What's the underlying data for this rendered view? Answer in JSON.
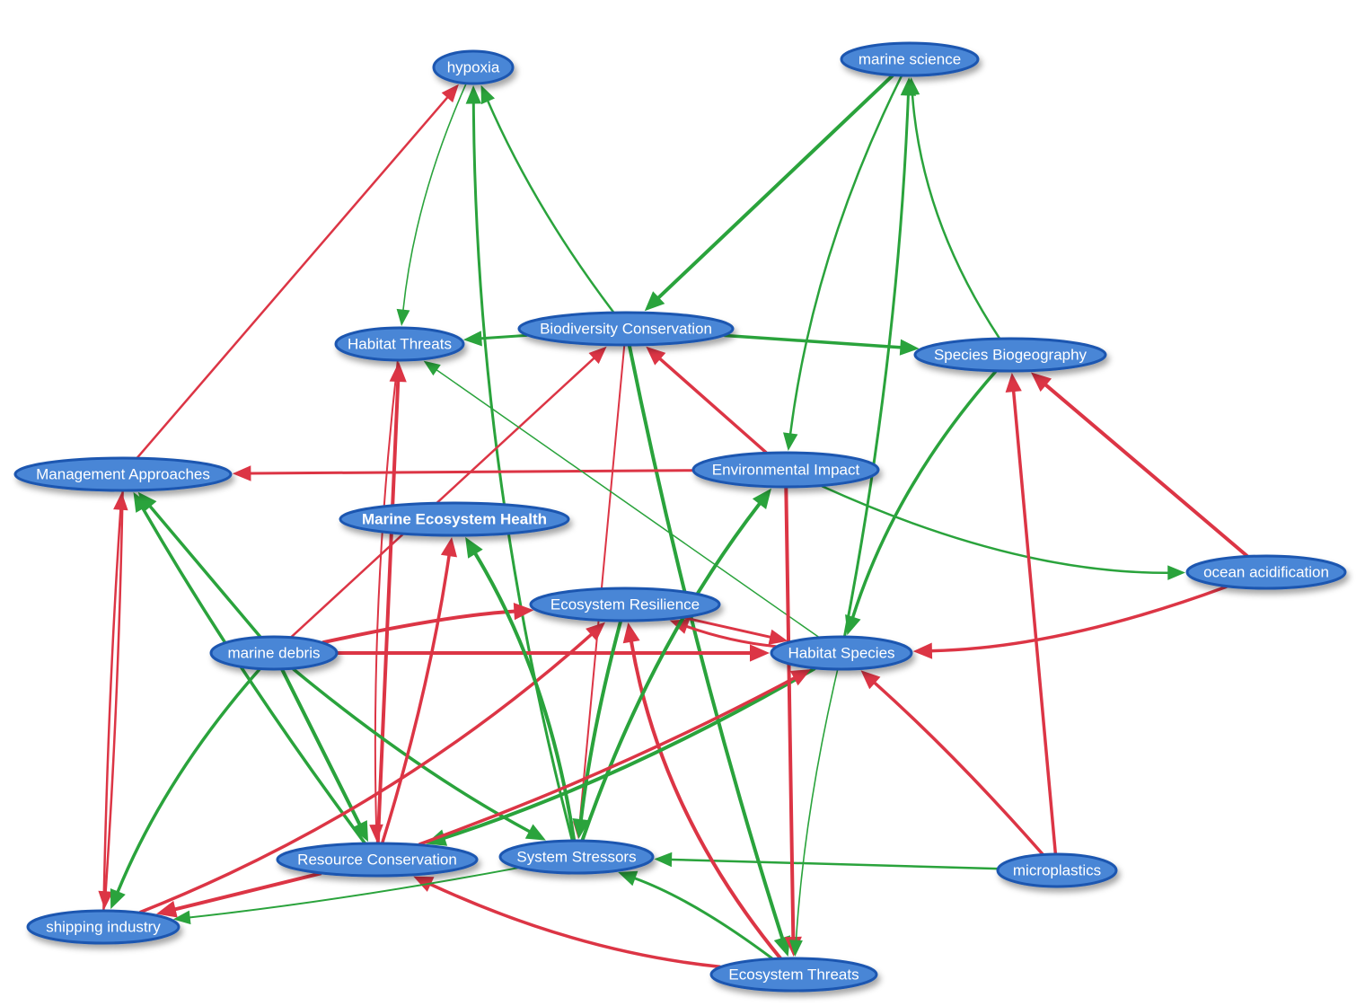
{
  "colors": {
    "positive": "#2aa33c",
    "negative": "#dc3545",
    "node_fill": "#4a86d6",
    "node_stroke": "#1a56b0",
    "label": "#ffffff",
    "background": "#ffffff"
  },
  "nodes": [
    {
      "id": "hypoxia",
      "label": "hypoxia"
    },
    {
      "id": "marine_science",
      "label": "marine science"
    },
    {
      "id": "habitat_threats",
      "label": "Habitat Threats"
    },
    {
      "id": "biodiversity_conservation",
      "label": "Biodiversity Conservation"
    },
    {
      "id": "species_biogeography",
      "label": "Species Biogeography"
    },
    {
      "id": "management_approaches",
      "label": "Management Approaches"
    },
    {
      "id": "environmental_impact",
      "label": "Environmental Impact"
    },
    {
      "id": "marine_ecosystem_health",
      "label": "Marine Ecosystem Health",
      "bold": true
    },
    {
      "id": "ocean_acidification",
      "label": "ocean acidification"
    },
    {
      "id": "ecosystem_resilience",
      "label": "Ecosystem Resilience"
    },
    {
      "id": "marine_debris",
      "label": "marine debris"
    },
    {
      "id": "habitat_species",
      "label": "Habitat Species"
    },
    {
      "id": "resource_conservation",
      "label": "Resource Conservation"
    },
    {
      "id": "system_stressors",
      "label": "System Stressors"
    },
    {
      "id": "microplastics",
      "label": "microplastics"
    },
    {
      "id": "shipping_industry",
      "label": "shipping industry"
    },
    {
      "id": "ecosystem_threats",
      "label": "Ecosystem Threats"
    }
  ],
  "edges": [
    {
      "from": "marine_science",
      "to": "biodiversity_conservation",
      "sign": "positive"
    },
    {
      "from": "marine_science",
      "to": "environmental_impact",
      "sign": "positive"
    },
    {
      "from": "habitat_species",
      "to": "marine_science",
      "sign": "positive"
    },
    {
      "from": "species_biogeography",
      "to": "marine_science",
      "sign": "positive"
    },
    {
      "from": "hypoxia",
      "to": "habitat_threats",
      "sign": "positive"
    },
    {
      "from": "biodiversity_conservation",
      "to": "hypoxia",
      "sign": "positive"
    },
    {
      "from": "system_stressors",
      "to": "hypoxia",
      "sign": "positive"
    },
    {
      "from": "management_approaches",
      "to": "hypoxia",
      "sign": "negative"
    },
    {
      "from": "biodiversity_conservation",
      "to": "habitat_threats",
      "sign": "positive"
    },
    {
      "from": "biodiversity_conservation",
      "to": "species_biogeography",
      "sign": "positive"
    },
    {
      "from": "biodiversity_conservation",
      "to": "ecosystem_threats",
      "sign": "positive"
    },
    {
      "from": "biodiversity_conservation",
      "to": "system_stressors",
      "sign": "negative"
    },
    {
      "from": "environmental_impact",
      "to": "biodiversity_conservation",
      "sign": "negative"
    },
    {
      "from": "marine_debris",
      "to": "biodiversity_conservation",
      "sign": "negative"
    },
    {
      "from": "environmental_impact",
      "to": "management_approaches",
      "sign": "negative"
    },
    {
      "from": "environmental_impact",
      "to": "ocean_acidification",
      "sign": "positive"
    },
    {
      "from": "species_biogeography",
      "to": "habitat_species",
      "sign": "positive"
    },
    {
      "from": "ocean_acidification",
      "to": "species_biogeography",
      "sign": "negative"
    },
    {
      "from": "ocean_acidification",
      "to": "habitat_species",
      "sign": "negative"
    },
    {
      "from": "microplastics",
      "to": "species_biogeography",
      "sign": "negative"
    },
    {
      "from": "microplastics",
      "to": "habitat_species",
      "sign": "negative"
    },
    {
      "from": "microplastics",
      "to": "system_stressors",
      "sign": "positive"
    },
    {
      "from": "habitat_species",
      "to": "habitat_threats",
      "sign": "positive"
    },
    {
      "from": "resource_conservation",
      "to": "habitat_threats",
      "sign": "negative"
    },
    {
      "from": "habitat_threats",
      "to": "resource_conservation",
      "sign": "negative"
    },
    {
      "from": "marine_debris",
      "to": "management_approaches",
      "sign": "positive"
    },
    {
      "from": "resource_conservation",
      "to": "management_approaches",
      "sign": "positive"
    },
    {
      "from": "management_approaches",
      "to": "shipping_industry",
      "sign": "negative"
    },
    {
      "from": "shipping_industry",
      "to": "management_approaches",
      "sign": "negative"
    },
    {
      "from": "marine_debris",
      "to": "ecosystem_resilience",
      "sign": "negative"
    },
    {
      "from": "marine_debris",
      "to": "habitat_species",
      "sign": "negative"
    },
    {
      "from": "marine_debris",
      "to": "shipping_industry",
      "sign": "positive"
    },
    {
      "from": "marine_debris",
      "to": "resource_conservation",
      "sign": "positive"
    },
    {
      "from": "marine_debris",
      "to": "system_stressors",
      "sign": "positive"
    },
    {
      "from": "ecosystem_resilience",
      "to": "habitat_species",
      "sign": "negative"
    },
    {
      "from": "habitat_species",
      "to": "ecosystem_resilience",
      "sign": "negative"
    },
    {
      "from": "ecosystem_resilience",
      "to": "system_stressors",
      "sign": "positive"
    },
    {
      "from": "ecosystem_threats",
      "to": "ecosystem_resilience",
      "sign": "negative"
    },
    {
      "from": "shipping_industry",
      "to": "ecosystem_resilience",
      "sign": "negative"
    },
    {
      "from": "system_stressors",
      "to": "marine_ecosystem_health",
      "sign": "positive"
    },
    {
      "from": "resource_conservation",
      "to": "marine_ecosystem_health",
      "sign": "negative"
    },
    {
      "from": "system_stressors",
      "to": "environmental_impact",
      "sign": "positive"
    },
    {
      "from": "habitat_species",
      "to": "resource_conservation",
      "sign": "positive"
    },
    {
      "from": "resource_conservation",
      "to": "habitat_species",
      "sign": "negative"
    },
    {
      "from": "environmental_impact",
      "to": "ecosystem_threats",
      "sign": "negative"
    },
    {
      "from": "habitat_species",
      "to": "ecosystem_threats",
      "sign": "positive"
    },
    {
      "from": "ecosystem_threats",
      "to": "system_stressors",
      "sign": "positive"
    },
    {
      "from": "ecosystem_threats",
      "to": "resource_conservation",
      "sign": "negative"
    },
    {
      "from": "resource_conservation",
      "to": "shipping_industry",
      "sign": "negative"
    },
    {
      "from": "system_stressors",
      "to": "shipping_industry",
      "sign": "positive"
    }
  ]
}
